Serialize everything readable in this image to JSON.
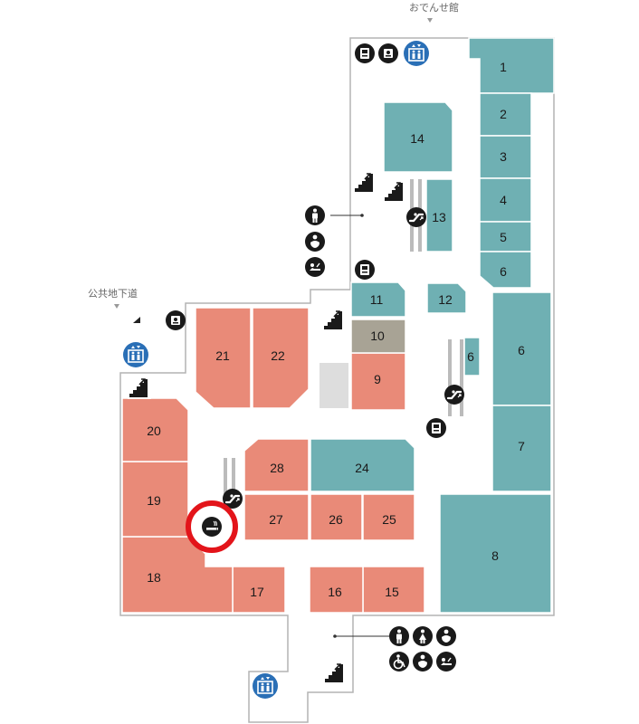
{
  "colors": {
    "teal": "#6fb0b3",
    "salmon": "#e98a78",
    "gray_unit": "#a8a395",
    "light_gray": "#dddddd",
    "outline": "#b3b3b3",
    "icon_dark": "#1a1a1a",
    "icon_blue": "#2a6fb6",
    "highlight": "#e3141a"
  },
  "labels": {
    "oden_kan": "おでんせ館",
    "public_underground": "公共地下道"
  },
  "units": [
    {
      "id": "1",
      "label": "1",
      "color": "teal"
    },
    {
      "id": "2",
      "label": "2",
      "color": "teal"
    },
    {
      "id": "3",
      "label": "3",
      "color": "teal"
    },
    {
      "id": "4",
      "label": "4",
      "color": "teal"
    },
    {
      "id": "5",
      "label": "5",
      "color": "teal"
    },
    {
      "id": "6a",
      "label": "6",
      "color": "teal"
    },
    {
      "id": "6b",
      "label": "6",
      "color": "teal"
    },
    {
      "id": "6c",
      "label": "6",
      "color": "teal"
    },
    {
      "id": "7",
      "label": "7",
      "color": "teal"
    },
    {
      "id": "8",
      "label": "8",
      "color": "teal"
    },
    {
      "id": "9",
      "label": "9",
      "color": "salmon"
    },
    {
      "id": "10",
      "label": "10",
      "color": "gray_unit"
    },
    {
      "id": "11",
      "label": "11",
      "color": "teal"
    },
    {
      "id": "12",
      "label": "12",
      "color": "teal"
    },
    {
      "id": "13",
      "label": "13",
      "color": "teal"
    },
    {
      "id": "14",
      "label": "14",
      "color": "teal"
    },
    {
      "id": "15",
      "label": "15",
      "color": "salmon"
    },
    {
      "id": "16",
      "label": "16",
      "color": "salmon"
    },
    {
      "id": "17",
      "label": "17",
      "color": "salmon"
    },
    {
      "id": "18",
      "label": "18",
      "color": "salmon"
    },
    {
      "id": "19",
      "label": "19",
      "color": "salmon"
    },
    {
      "id": "20",
      "label": "20",
      "color": "salmon"
    },
    {
      "id": "21",
      "label": "21",
      "color": "salmon"
    },
    {
      "id": "22",
      "label": "22",
      "color": "salmon"
    },
    {
      "id": "24",
      "label": "24",
      "color": "teal"
    },
    {
      "id": "25",
      "label": "25",
      "color": "salmon"
    },
    {
      "id": "26",
      "label": "26",
      "color": "salmon"
    },
    {
      "id": "27",
      "label": "27",
      "color": "salmon"
    },
    {
      "id": "28",
      "label": "28",
      "color": "salmon"
    }
  ],
  "icons": [
    "atm-icon",
    "locker-icon",
    "elevator-icon",
    "stairs-icon",
    "escalator-icon",
    "mens-restroom-icon",
    "womens-restroom-icon",
    "accessible-restroom-icon",
    "baby-room-icon",
    "diaper-changing-icon",
    "smoking-area-icon"
  ],
  "highlight": {
    "icon": "smoking-area-icon"
  }
}
